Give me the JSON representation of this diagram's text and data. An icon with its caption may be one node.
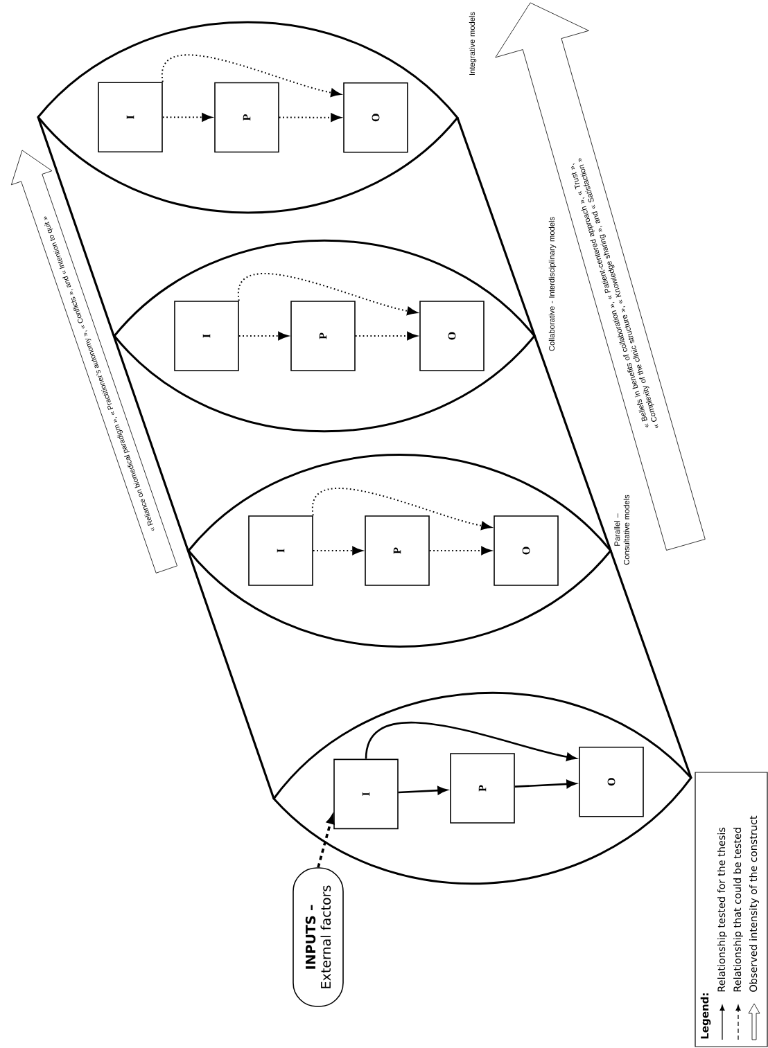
{
  "diagram": {
    "nodes": [
      {
        "text": [
          "**INPUTS –** External factors"
        ]
      },
      {
        "text": [],
        "shape": "lens"
      },
      {
        "text": [
          "I"
        ],
        "in": 1
      },
      {
        "text": [
          "P"
        ],
        "in": 1
      },
      {
        "text": [
          "O"
        ],
        "in": 1
      },
      {
        "text": [],
        "shape": "lens"
      },
      {
        "text": [
          "I"
        ],
        "in": 5
      },
      {
        "text": [
          "P"
        ],
        "in": 5
      },
      {
        "text": [
          "O"
        ],
        "in": 5
      },
      {
        "text": [],
        "shape": "lens"
      },
      {
        "text": [
          "I"
        ],
        "in": 9
      },
      {
        "text": [
          "P"
        ],
        "in": 9
      },
      {
        "text": [
          "O"
        ],
        "in": 9
      },
      {
        "text": [],
        "shape": "lens"
      },
      {
        "text": [
          "I"
        ],
        "in": 13
      },
      {
        "text": [
          "P"
        ],
        "in": 13
      },
      {
        "text": [
          "O"
        ],
        "in": 13
      },
      {
        "text": [
          "« Reliance on biomedical paradigm », « Practitioner’s autonomy », « Conflicts », and « Intention to quit »"
        ]
      },
      {
        "text": [
          "« Beliefs in benefits of collaboration », « Patient-centered approach », « Trust », « Complexity of the clinic structure », « Knowledge sharing », and « Satisfaction »"
        ]
      }
    ],
    "edges": [
      {
        "from": 0,
        "to": 2,
        "arrow": "to",
        "style": "dashed"
      },
      {
        "from": 2,
        "to": 3,
        "arrow": "to"
      },
      {
        "from": 3,
        "to": 4,
        "arrow": "to"
      },
      {
        "from": 2,
        "to": 4,
        "arrow": "to"
      },
      {
        "from": 6,
        "to": 7,
        "arrow": "to",
        "style": "dashed"
      },
      {
        "from": 7,
        "to": 8,
        "arrow": "to",
        "style": "dashed"
      },
      {
        "from": 6,
        "to": 8,
        "arrow": "to",
        "style": "dashed"
      },
      {
        "from": 10,
        "to": 11,
        "arrow": "to",
        "style": "dashed"
      },
      {
        "from": 11,
        "to": 12,
        "arrow": "to",
        "style": "dashed"
      },
      {
        "from": 10,
        "to": 12,
        "arrow": "to",
        "style": "dashed"
      },
      {
        "from": 14,
        "to": 15,
        "arrow": "to",
        "style": "dashed"
      },
      {
        "from": 15,
        "to": 16,
        "arrow": "to",
        "style": "dashed"
      },
      {
        "from": 14,
        "to": 16,
        "arrow": "to",
        "style": "dashed"
      }
    ],
    "labels": [
      "Integrative models",
      "Collaborative - Interdisciplinary models",
      "Parallel – Consultative models",
      "Legend:"
    ],
    "legend": [
      {
        "text": "Relationship tested for the thesis"
      },
      {
        "text": "Relationship that could be tested"
      },
      {
        "text": "Observed intensity of the construct"
      }
    ]
  }
}
